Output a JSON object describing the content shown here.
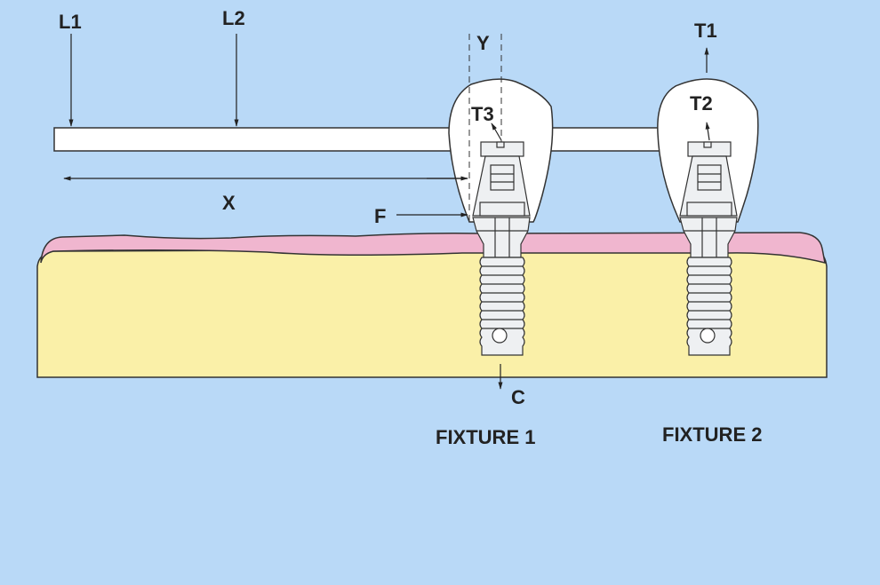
{
  "colors": {
    "background": "#b9d9f7",
    "gingiva": "#f0b6cf",
    "bone": "#faf0a8",
    "crown": "#ffffff",
    "bar": "#ffffff",
    "implant": "#eef0f2",
    "ink": "#222222"
  },
  "labels": {
    "L1": "L1",
    "L2": "L2",
    "X": "X",
    "Y": "Y",
    "F": "F",
    "C": "C",
    "T1": "T1",
    "T2": "T2",
    "T3": "T3",
    "fixture1": "FIXTURE 1",
    "fixture2": "FIXTURE 2"
  }
}
